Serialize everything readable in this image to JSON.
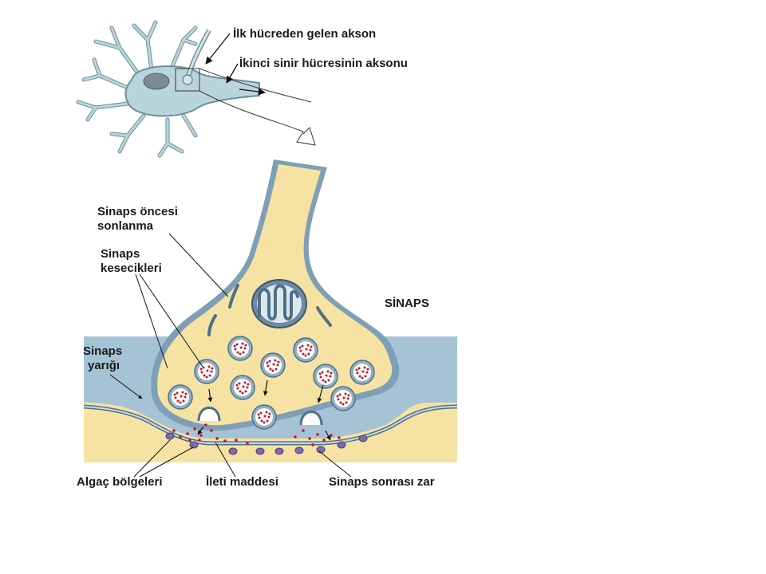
{
  "labels": {
    "ilk_akson": "İlk hücreden gelen akson",
    "ikinci_akson": "İkinci sinir hücresinin aksonu",
    "sinaps_oncesi_1": "Sinaps öncesi",
    "sinaps_oncesi_2": "sonlanma",
    "kesecikler_1": "Sinaps",
    "kesecikler_2": "kesecikleri",
    "sinaps_title": "SİNAPS",
    "yarik_1": "Sinaps",
    "yarik_2": "yarığı",
    "algac": "Algaç bölgeleri",
    "ileti": "İleti maddesi",
    "sonrasi_zar": "Sinaps sonrası zar"
  },
  "colors": {
    "cytoplasm": "#f6e3a4",
    "membrane": "#9bb8cc",
    "membrane_dark": "#4f6f88",
    "cell_body": "#b9d5dc",
    "nucleus": "#7a8c94",
    "vesicle_dot": "#c0182b",
    "receptor": "#7e6aa8"
  }
}
